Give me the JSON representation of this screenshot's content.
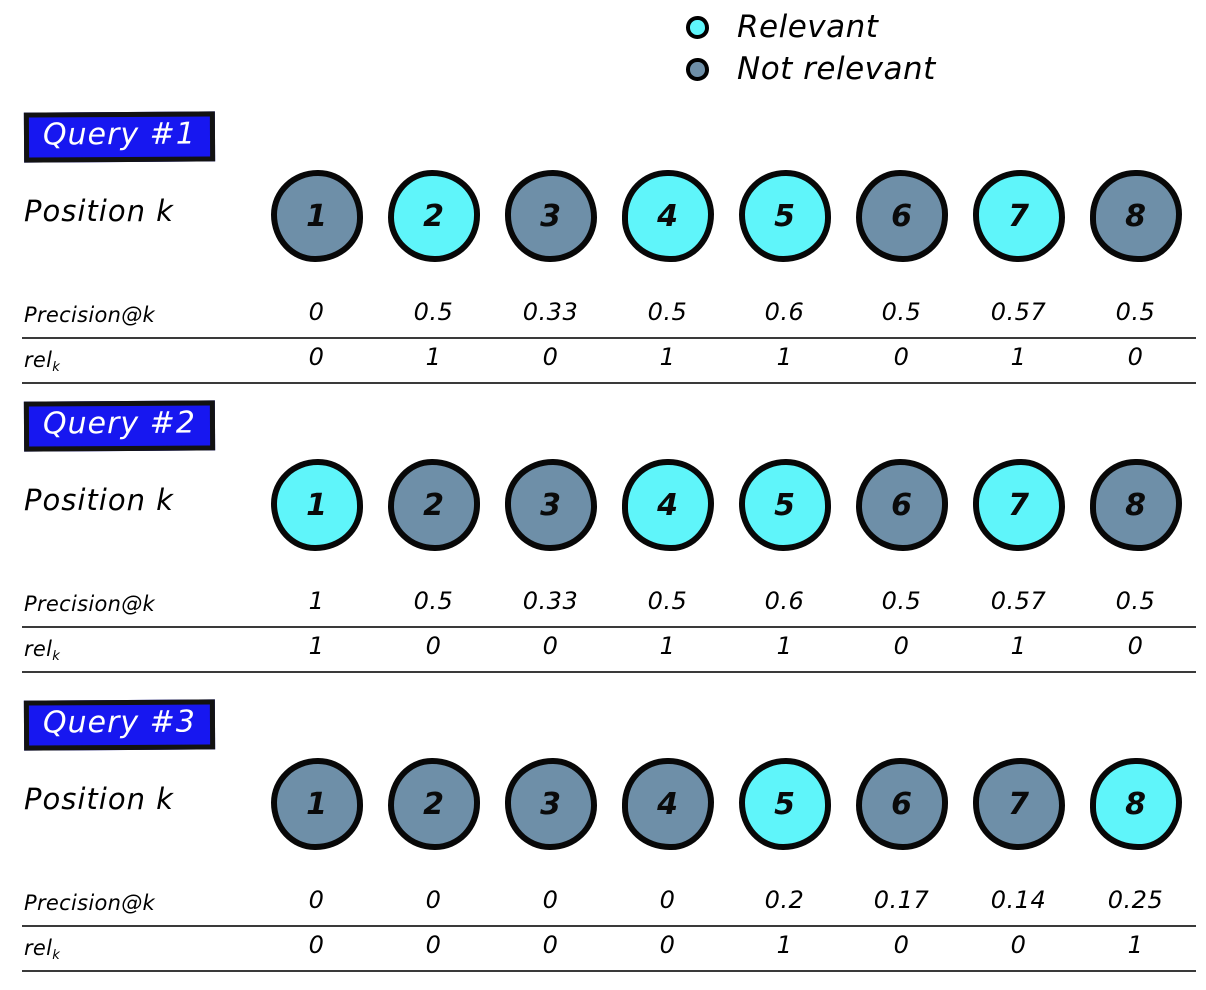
{
  "legend": {
    "items": [
      {
        "label": "Relevant",
        "color": "#5ff5fa",
        "icon": "filled-circle-icon"
      },
      {
        "label": "Not relevant",
        "color": "#6e8fa8",
        "icon": "filled-circle-icon"
      }
    ]
  },
  "labels": {
    "position": "Position k",
    "precision": "Precision@k",
    "rel_base": "rel",
    "rel_sub": "k"
  },
  "colors": {
    "relevant": "#5ff5fa",
    "not_relevant": "#6e8fa8",
    "badge_bg": "#1717f0",
    "badge_text": "#ffffff",
    "ink": "#000000",
    "rule": "#3a3a3a"
  },
  "chart_data": {
    "type": "table",
    "title": "",
    "positions": [
      1,
      2,
      3,
      4,
      5,
      6,
      7,
      8
    ],
    "legend": [
      "Relevant",
      "Not relevant"
    ],
    "queries": [
      {
        "name": "Query #1",
        "relevance_colors": [
          "not_relevant",
          "relevant",
          "not_relevant",
          "relevant",
          "relevant",
          "not_relevant",
          "relevant",
          "not_relevant"
        ],
        "precision_at_k": [
          "0",
          "0.5",
          "0.33",
          "0.5",
          "0.6",
          "0.5",
          "0.57",
          "0.5"
        ],
        "rel_k": [
          "0",
          "1",
          "0",
          "1",
          "1",
          "0",
          "1",
          "0"
        ]
      },
      {
        "name": "Query #2",
        "relevance_colors": [
          "relevant",
          "not_relevant",
          "not_relevant",
          "relevant",
          "relevant",
          "not_relevant",
          "relevant",
          "not_relevant"
        ],
        "precision_at_k": [
          "1",
          "0.5",
          "0.33",
          "0.5",
          "0.6",
          "0.5",
          "0.57",
          "0.5"
        ],
        "rel_k": [
          "1",
          "0",
          "0",
          "1",
          "1",
          "0",
          "1",
          "0"
        ]
      },
      {
        "name": "Query #3",
        "relevance_colors": [
          "not_relevant",
          "not_relevant",
          "not_relevant",
          "not_relevant",
          "relevant",
          "not_relevant",
          "not_relevant",
          "relevant"
        ],
        "precision_at_k": [
          "0",
          "0",
          "0",
          "0",
          "0.2",
          "0.17",
          "0.14",
          "0.25"
        ],
        "rel_k": [
          "0",
          "0",
          "0",
          "0",
          "1",
          "0",
          "0",
          "1"
        ]
      }
    ]
  }
}
